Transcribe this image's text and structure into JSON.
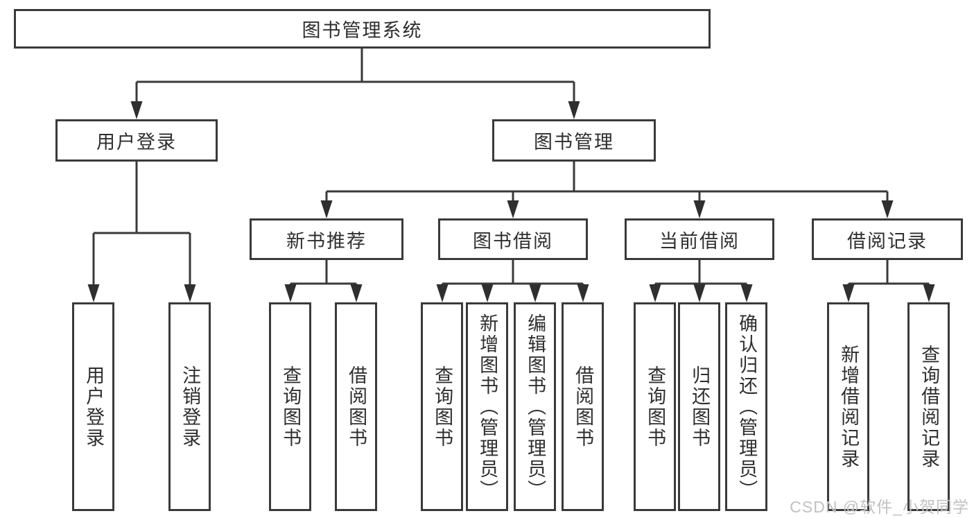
{
  "diagram": {
    "root": {
      "label": "图书管理系统"
    },
    "level2": [
      {
        "label": "用户登录"
      },
      {
        "label": "图书管理"
      }
    ],
    "level3": [
      {
        "label": "新书推荐"
      },
      {
        "label": "图书借阅"
      },
      {
        "label": "当前借阅"
      },
      {
        "label": "借阅记录"
      }
    ],
    "leaves": {
      "user_login": [
        "用户登录",
        "注销登录"
      ],
      "new_book": [
        "查询图书",
        "借阅图书"
      ],
      "book_borrowing": [
        "查询图书",
        "新增图书（管理员）",
        "编辑图书（管理员）",
        "借阅图书"
      ],
      "current_borrowing": [
        "查询图书",
        "归还图书",
        "确认归还（管理员）"
      ],
      "borrowing_records": [
        "新增借阅记录",
        "查询借阅记录"
      ]
    },
    "colors": {
      "line": "#3a3a3a",
      "box_border": "#3a3a3a",
      "box_fill": "#ffffff",
      "text": "#2e2e2e",
      "watermark": "#c1c1c1"
    }
  },
  "watermark": {
    "text": "CSDN @软件_小贺同学"
  }
}
